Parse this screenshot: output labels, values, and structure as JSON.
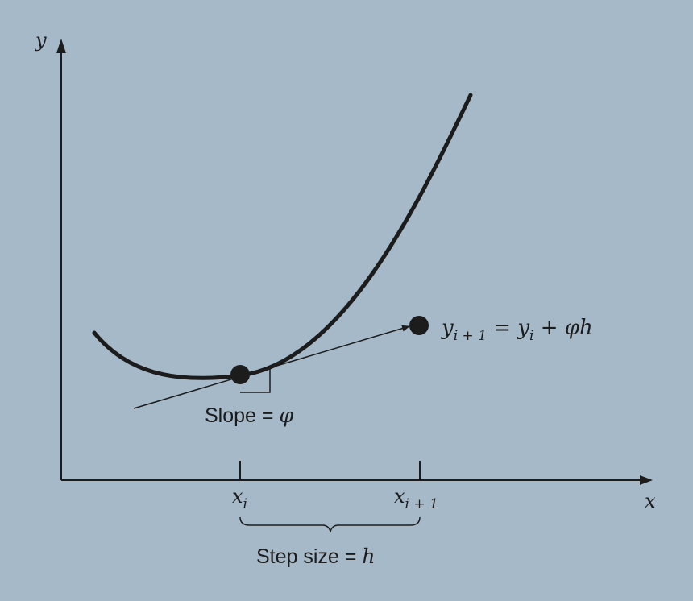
{
  "axes": {
    "x_label": "x",
    "y_label": "y"
  },
  "ticks": {
    "xi_base": "x",
    "xi_sub": "i",
    "xi1_base": "x",
    "xi1_sub": "i + 1"
  },
  "slope": {
    "prefix": "Slope = ",
    "symbol": "φ"
  },
  "formula": {
    "y1": "y",
    "sub1": "i + 1",
    "eq": " = ",
    "y2": "y",
    "sub2": "i",
    "rest": " + φh"
  },
  "step": {
    "prefix": "Step size = ",
    "symbol": "h"
  },
  "colors": {
    "background": "#a5b9c8",
    "ink": "#1c1c1c"
  }
}
